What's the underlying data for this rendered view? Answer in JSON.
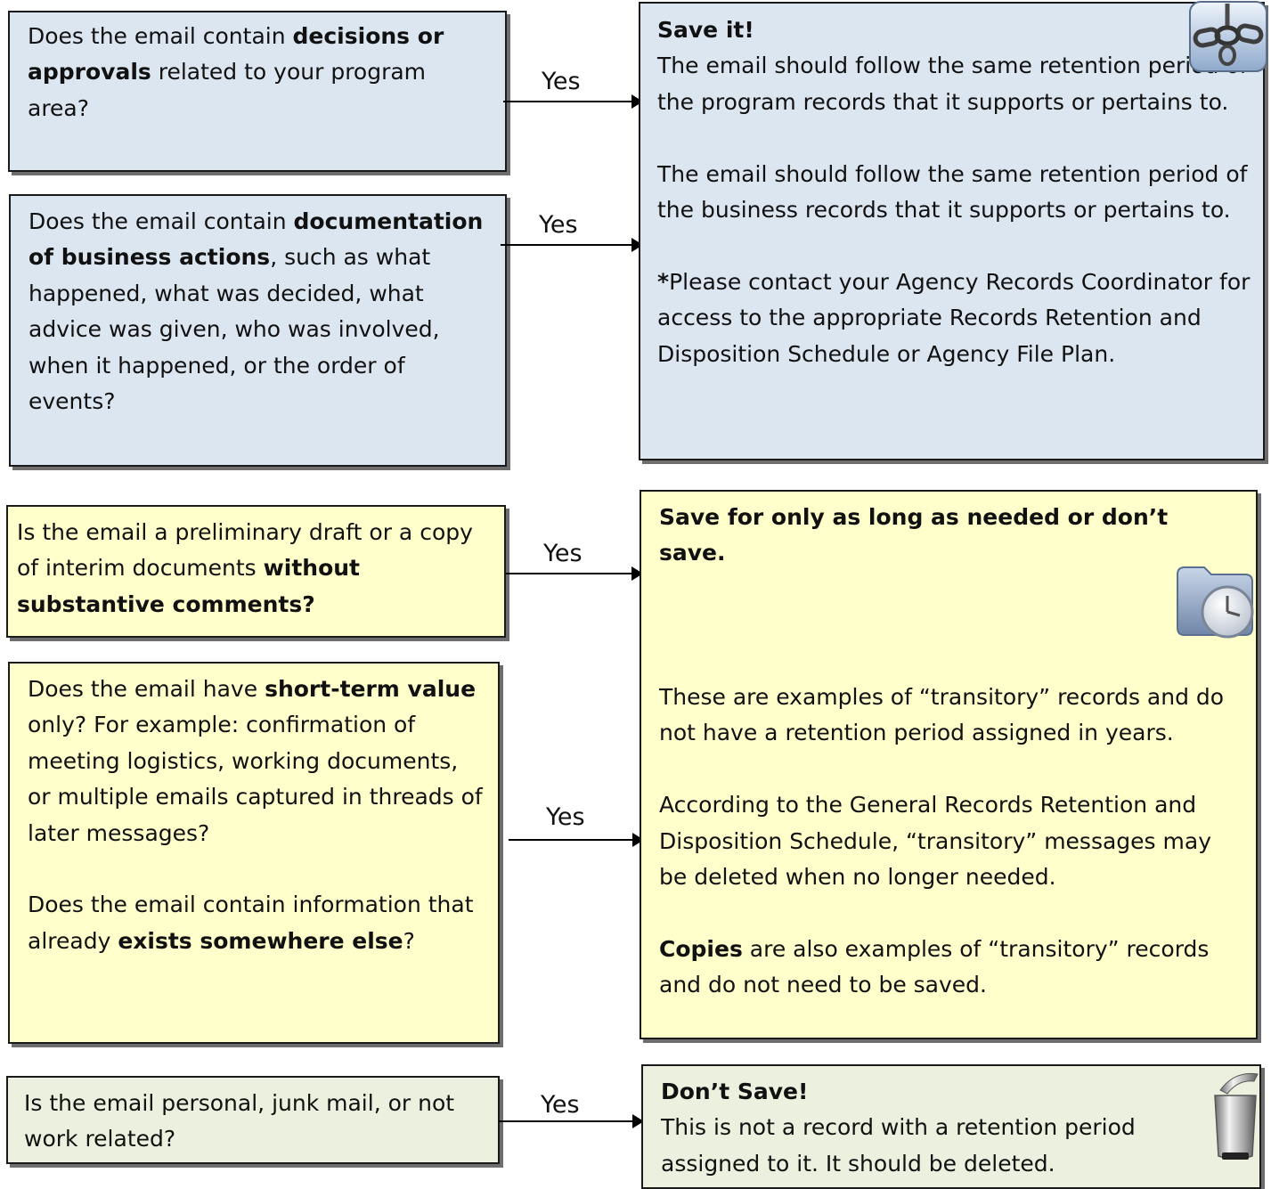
{
  "q1": {
    "text1": "Does the email contain ",
    "bold1": "decisions or approvals",
    "text2": " related to your program area?"
  },
  "q2": {
    "text1": "Does the email contain ",
    "bold1": "documentation of business actions",
    "text2": ", such as what happened, what was decided, what advice was given, who was involved, when it happened, or the order of events?"
  },
  "q3": {
    "text1": "Is the email a preliminary draft or a copy of interim documents ",
    "bold1": "without substantive comments?"
  },
  "q4": {
    "text1": "Does the email have ",
    "bold1": "short-term value",
    "text2": " only?  For example: confirmation of meeting logistics, working documents, or multiple emails captured in threads of later messages?",
    "text3": "Does the email contain information that already ",
    "bold2": "exists somewhere else",
    "text4": "?"
  },
  "q5": {
    "text1": "Is the email personal, junk mail, or not work related?"
  },
  "yes_label": "Yes",
  "a1": {
    "title": "Save it!",
    "para1": "The email should follow the same retention period of the program records that it supports or pertains to.",
    "para2": "The email should follow the same retention period of the business records that it supports or pertains to.",
    "star": "*",
    "para3": "Please contact your Agency Records Coordinator for access to the appropriate Records Retention and Disposition Schedule or Agency File Plan."
  },
  "a2": {
    "title": "Save for only as long as needed or don’t save.",
    "para1": "These are examples of “transitory” records and do not have a retention period assigned in years.",
    "para2": "According to the General Records Retention and Disposition Schedule, “transitory” messages may be deleted when no longer needed.",
    "bold": "Copies",
    "para3": " are also examples of “transitory” records and do not need to be saved."
  },
  "a3": {
    "title": "Don’t Save!",
    "para1": "This is not a record with a retention period assigned to it.  It should be deleted."
  },
  "colors": {
    "blue": "#dce6f1",
    "yellow": "#ffffcc",
    "green": "#ebf1de"
  },
  "icons": {
    "a1": "chain-icon",
    "a2": "folder-clock-icon",
    "a3": "trash-can-icon"
  }
}
